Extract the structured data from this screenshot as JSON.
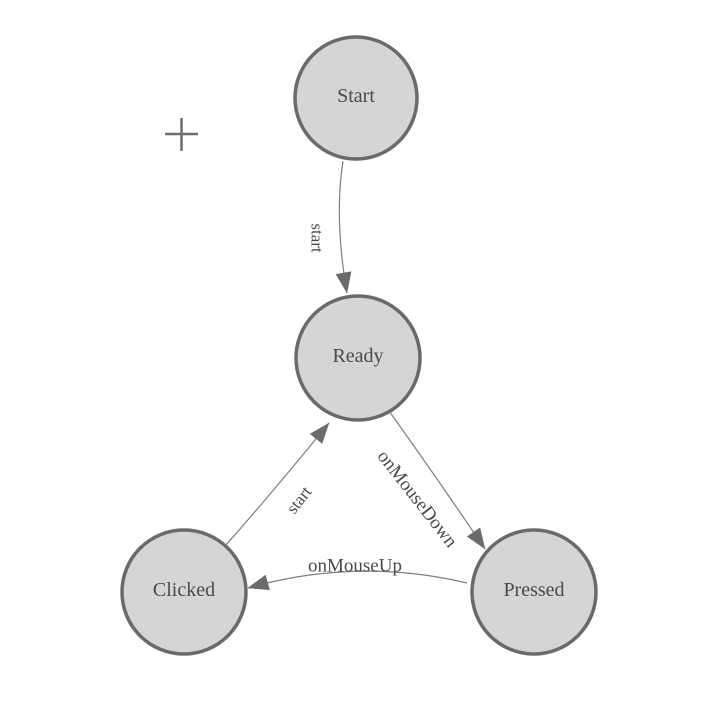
{
  "diagram": {
    "type": "state-machine",
    "nodes": [
      {
        "id": "start",
        "label": "Start"
      },
      {
        "id": "ready",
        "label": "Ready"
      },
      {
        "id": "clicked",
        "label": "Clicked"
      },
      {
        "id": "pressed",
        "label": "Pressed"
      }
    ],
    "edges": [
      {
        "from": "start",
        "to": "ready",
        "label": "start"
      },
      {
        "from": "clicked",
        "to": "ready",
        "label": "start"
      },
      {
        "from": "ready",
        "to": "pressed",
        "label": "onMouseDown"
      },
      {
        "from": "pressed",
        "to": "clicked",
        "label": "onMouseUp"
      }
    ],
    "icons": {
      "cursor": "plus-crosshair-icon"
    },
    "colors": {
      "background": "#ffffff",
      "node_fill": "#d5d5d5",
      "node_stroke": "#6a6a6a",
      "edge_line": "#7d7d7d",
      "arrowhead": "#6b6b6b",
      "text": "#4a4a4a",
      "crosshair": "#6e6e6e"
    }
  }
}
